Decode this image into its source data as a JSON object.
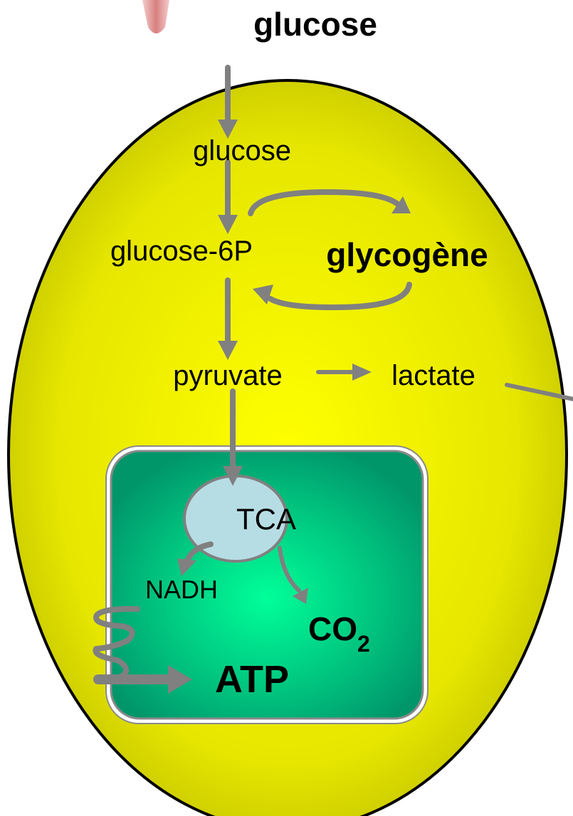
{
  "labels": {
    "glucose_blood": "glucose",
    "glucose_cell": "glucose",
    "glucose_6p": "glucose-6P",
    "glycogen": "glycogène",
    "pyruvate": "pyruvate",
    "lactate": "lactate",
    "tca": "TCA",
    "nadh": "NADH",
    "co2_main": "CO",
    "co2_sub": "2",
    "atp": "ATP"
  },
  "colors": {
    "cell_fill_center": "#ffff00",
    "cell_fill_edge": "#c8c800",
    "mito_fill_center": "#00ff99",
    "mito_fill_edge": "#00a46a",
    "tca_fill": "#b7dde4",
    "arrow": "#808080",
    "vessel": "#e8a0a0"
  }
}
